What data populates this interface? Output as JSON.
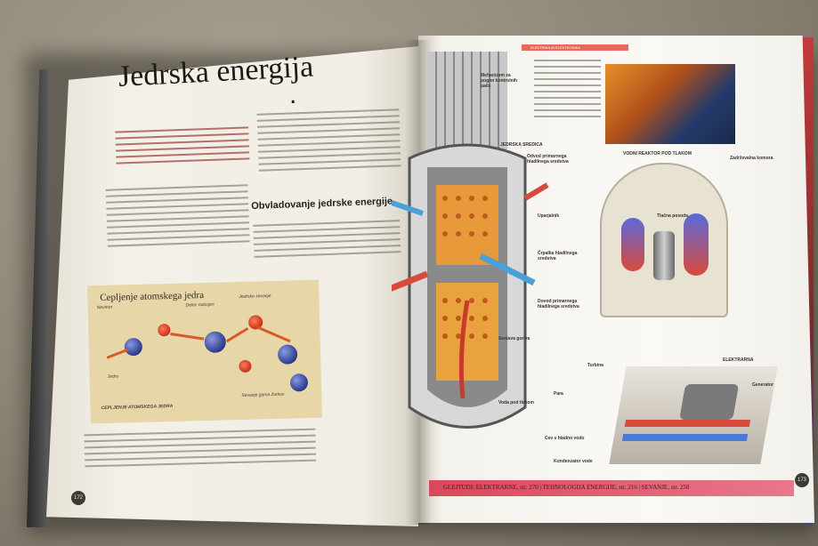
{
  "book": {
    "left_page": {
      "title": "Jedrska energija",
      "title_dot": ".",
      "heading2": "Obvladovanje jedrske energije",
      "panel": {
        "title": "Cepljenje atomskega jedra",
        "labels": [
          "Nevtron",
          "Delec nabojen",
          "Jedro",
          "Jedrsko sevanje",
          "CEPLJENJE ATOMSKEGA JEDRA",
          "Sevanje gama žarkov"
        ]
      },
      "page_number": "172"
    },
    "right_page": {
      "header_tag": "ELEKTRIKA IN ELEKTRONIKA",
      "labels": {
        "core": "JEDRSKA SREDICA",
        "reactor": "VODNI REAKTOR POD TLAKOM",
        "plant": "ELEKTRARNA",
        "coolant_out": "Odvod primarnega hladilnega sredstva",
        "steam_gen": "Uparjalnik",
        "pump": "Črpalka hladilnega sredstva",
        "coolant_in": "Dovod primarnega hladilnega sredstva",
        "pressure_vessel": "Tlačna posoda",
        "containment": "Zadrževalna komora",
        "generator": "Generator",
        "turbine": "Turbina",
        "steam": "Para",
        "cooling_water": "Cev s hladno vodo",
        "condenser": "Kondenzator vode",
        "fuel": "Sestava goriva",
        "water": "Voda pod tlakom",
        "control_rods": "Mehanizem za pogon kontrolnih palic"
      },
      "bottom_bar": "GLEJTUDI: ELEKTRARNE, str. 270 | TEHNOLOGIJA ENERGIJE, str. 216 | SEVANJE, str. 250",
      "page_number": "173"
    }
  }
}
